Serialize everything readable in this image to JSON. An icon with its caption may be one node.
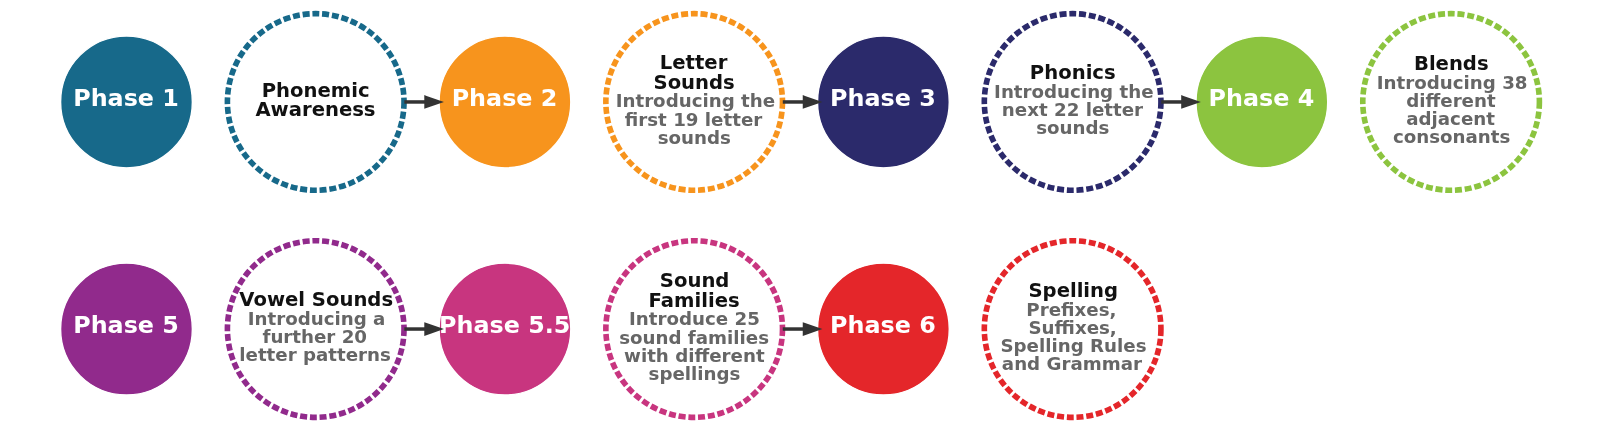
{
  "diagram": {
    "nodes": [
      {
        "text": [
          "Phase 1"
        ]
      },
      {
        "text": [
          "Phonemic Awareness"
        ]
      },
      {
        "text": [
          "Phase 2"
        ]
      },
      {
        "text": [
          "Letter Sounds",
          "Introducing the first 19 letter sounds"
        ]
      },
      {
        "text": [
          "Phase 3"
        ]
      },
      {
        "text": [
          "Phonics",
          "Introducing the next 22 letter sounds"
        ]
      },
      {
        "text": [
          "Phase 4"
        ]
      },
      {
        "text": [
          "Blends",
          "Introducing 38 different adjacent consonants"
        ]
      },
      {
        "text": [
          "Phase 5"
        ]
      },
      {
        "text": [
          "Vowel Sounds",
          "Introducing a further 20 letter patterns"
        ]
      },
      {
        "text": [
          "Phase 5.5"
        ]
      },
      {
        "text": [
          "Sound Families",
          "Introduce 25 sound families with different spellings"
        ]
      },
      {
        "text": [
          "Phase 6"
        ]
      },
      {
        "text": [
          "Spelling",
          "Prefixes, Suffixes, Spelling Rules and Grammar"
        ]
      }
    ],
    "edges": [
      {
        "from": 1,
        "to": 2,
        "arrow": "to"
      },
      {
        "from": 3,
        "to": 4,
        "arrow": "to"
      },
      {
        "from": 5,
        "to": 6,
        "arrow": "to"
      },
      {
        "from": 9,
        "to": 10,
        "arrow": "to"
      },
      {
        "from": 11,
        "to": 12,
        "arrow": "to"
      }
    ]
  }
}
